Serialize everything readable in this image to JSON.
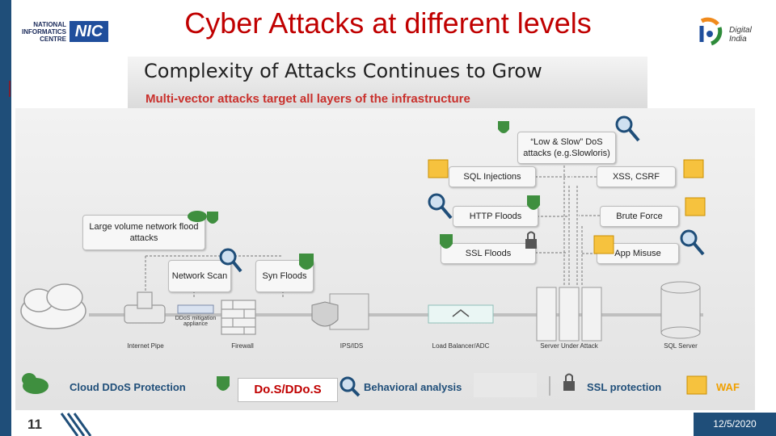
{
  "slide": {
    "title": "Cyber Attacks at different levels",
    "page_number": "11",
    "date": "12/5/2020"
  },
  "logos": {
    "nic_text": [
      "NATIONAL",
      "INFORMATICS",
      "CENTRE"
    ],
    "nic_badge": "NIC",
    "digital_india": "Digital India"
  },
  "banner": {
    "heading": "Complexity of Attacks Continues to Grow",
    "subheading": "Multi-vector attacks target all layers of the infrastructure"
  },
  "attacks": {
    "low_slow": "“Low & Slow” DoS attacks (e.g.Slowloris)",
    "sql": "SQL Injections",
    "xss": "XSS, CSRF",
    "http": "HTTP Floods",
    "brute": "Brute Force",
    "ssl": "SSL Floods",
    "app": "App Misuse",
    "large": "Large volume network flood attacks",
    "netscan": "Network Scan",
    "syn": "Syn Floods"
  },
  "devices": {
    "internet_pipe": "Internet Pipe",
    "ddos_appliance": "DDoS mitigation appliance",
    "firewall": "Firewall",
    "ips": "IPS/IDS",
    "lb": "Load Balancer/ADC",
    "server": "Server Under Attack",
    "sql_server": "SQL Server"
  },
  "legend": {
    "cloud": "Cloud DDoS Protection",
    "dos": "Do.S/DDo.S",
    "behavioral": "Behavioral analysis",
    "ssl": "SSL protection",
    "waf": "WAF"
  },
  "colors": {
    "title": "#c00000",
    "accent_blue": "#1f4e79",
    "shield_green": "#3f8f3f",
    "waf_yellow": "#f0a000"
  }
}
